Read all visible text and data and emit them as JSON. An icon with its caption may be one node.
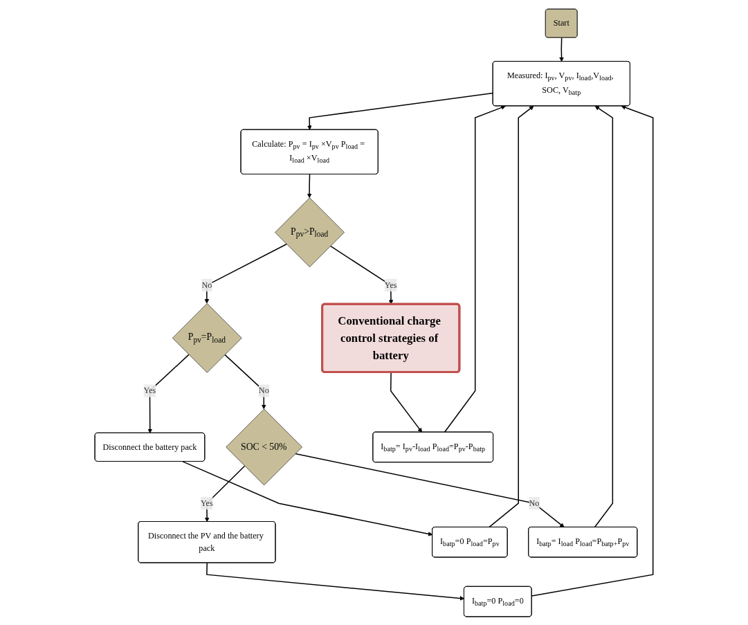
{
  "diagram": {
    "nodes": [
      {
        "text": [
          "Start"
        ]
      },
      {
        "text": [
          "Measured: I$_{pv}$, V$_{pv}$, I$_{load}$,V$_{load}$, SOC, V$_{batp}$"
        ]
      },
      {
        "text": [
          "Calculate: P$_{pv}$ = I$_{pv}$ ×V$_{pv}$ P$_{load}$ = I$_{load}$ ×V$_{load}$"
        ]
      },
      {
        "text": [
          "P$_{pv}$>P$_{load}$"
        ]
      },
      {
        "text": [
          "Conventional charge control strategies of battery"
        ]
      },
      {
        "text": [
          "P$_{pv}$=P$_{load}$"
        ]
      },
      {
        "text": [
          "SOC < 50%"
        ]
      },
      {
        "text": [
          "Disconnect the battery pack"
        ]
      },
      {
        "text": [
          "Disconnect the PV and the battery pack"
        ]
      },
      {
        "text": [
          "I$_{batp}$= I$_{pv}$-I$_{load}$ P$_{load}$=P$_{pv}$-P$_{batp}$"
        ]
      },
      {
        "text": [
          "I$_{batp}$=0 P$_{load}$=P$_{pv}$"
        ]
      },
      {
        "text": [
          "I$_{batp}$=0 P$_{load}$=0"
        ]
      },
      {
        "text": [
          "I$_{batp}$= I$_{load}$ P$_{load}$=P$_{batp+}$P$_{pv}$"
        ]
      }
    ],
    "edges": [
      {
        "from": 0,
        "to": 1,
        "arrow": "to"
      },
      {
        "from": 1,
        "to": 2,
        "arrow": "to"
      },
      {
        "from": 2,
        "to": 3,
        "arrow": "to"
      },
      {
        "from": 3,
        "to": 4,
        "arrow": "to",
        "label": "Yes"
      },
      {
        "from": 3,
        "to": 5,
        "arrow": "to",
        "label": "No"
      },
      {
        "from": 5,
        "to": 7,
        "arrow": "to",
        "label": "Yes"
      },
      {
        "from": 5,
        "to": 6,
        "arrow": "to",
        "label": "No"
      },
      {
        "from": 6,
        "to": 8,
        "arrow": "to",
        "label": "Yes"
      },
      {
        "from": 6,
        "to": 12,
        "arrow": "to",
        "label": "No"
      },
      {
        "from": 4,
        "to": 9,
        "arrow": "to"
      },
      {
        "from": 7,
        "to": 10,
        "arrow": "to"
      },
      {
        "from": 8,
        "to": 11,
        "arrow": "to"
      },
      {
        "from": 9,
        "to": 1,
        "arrow": "to"
      },
      {
        "from": 10,
        "to": 1,
        "arrow": "to"
      },
      {
        "from": 11,
        "to": 1,
        "arrow": "to"
      },
      {
        "from": 12,
        "to": 1,
        "arrow": "to"
      }
    ]
  }
}
